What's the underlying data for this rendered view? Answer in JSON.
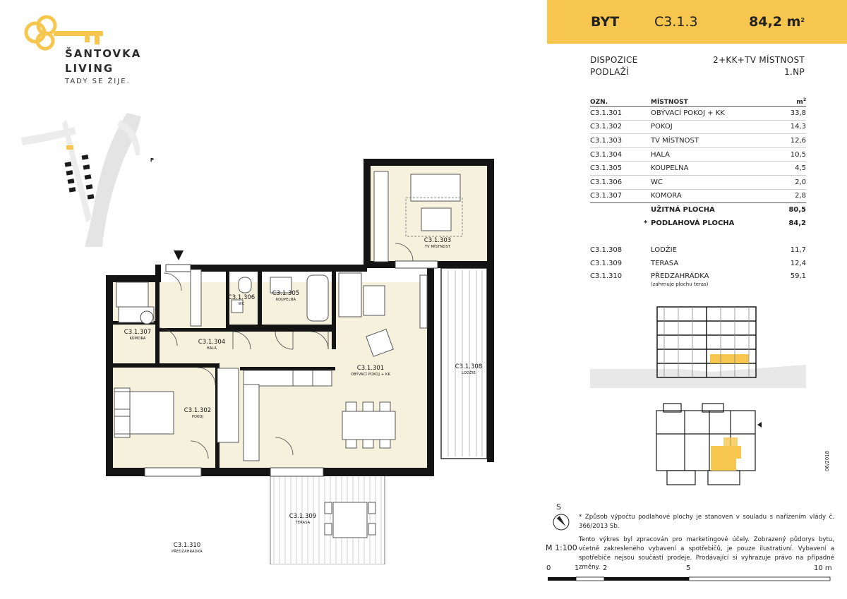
{
  "brand": {
    "line1": "ŠANTOVKA",
    "line2": "LIVING",
    "tagline": "TADY SE ŽIJE.",
    "color": "#f6c64e"
  },
  "header": {
    "label": "BYT",
    "code": "C3.1.3",
    "area": "84,2 m",
    "area_sup": "2"
  },
  "info": [
    {
      "label": "DISPOZICE",
      "value": "2+KK+TV MÍSTNOST"
    },
    {
      "label": "PODLAŽÍ",
      "value": "1.NP"
    }
  ],
  "rooms_header": {
    "code": "OZN.",
    "name": "MÍSTNOST",
    "unit": "m",
    "unit_sup": "2"
  },
  "rooms": [
    {
      "code": "C3.1.301",
      "name": "OBÝVACÍ POKOJ + KK",
      "area": "33,8"
    },
    {
      "code": "C3.1.302",
      "name": "POKOJ",
      "area": "14,3"
    },
    {
      "code": "C3.1.303",
      "name": "TV MÍSTNOST",
      "area": "12,6"
    },
    {
      "code": "C3.1.304",
      "name": "HALA",
      "area": "10,5"
    },
    {
      "code": "C3.1.305",
      "name": "KOUPELNA",
      "area": "4,5"
    },
    {
      "code": "C3.1.306",
      "name": "WC",
      "area": "2,0"
    },
    {
      "code": "C3.1.307",
      "name": "KOMORA",
      "area": "2,8"
    }
  ],
  "totals": [
    {
      "star": "",
      "name": "UŽITNÁ PLOCHA",
      "area": "80,5"
    },
    {
      "star": "*",
      "name": "PODLAHOVÁ PLOCHA",
      "area": "84,2"
    }
  ],
  "exterior": [
    {
      "code": "C3.1.308",
      "name": "LODŽIE",
      "area": "11,7"
    },
    {
      "code": "C3.1.309",
      "name": "TERASA",
      "area": "12,4"
    },
    {
      "code": "C3.1.310",
      "name": "PŘEDZAHRÁDKA",
      "area": "59,1"
    }
  ],
  "exterior_note": "(zahrnuje plochu teras)",
  "notes": [
    "* Způsob výpočtu podlahové plochy je stanoven v souladu s nařízením vlády č. 366/2013 Sb.",
    "Tento výkres byl zpracován pro marketingové účely. Zobrazený půdorys bytu, včetně zakresleného vybavení a spotřebičů, je pouze ilustrativní. Vybavení a spotřebiče nejsou součástí prodeje. Prodávající si vyhrazuje právo na případné změny."
  ],
  "compass": {
    "north": "S"
  },
  "scale_label": "M 1:100",
  "scale_ticks": [
    "0",
    "1",
    "2",
    "5",
    "10 m"
  ],
  "date": "06/2018",
  "plan_labels": {
    "r301": {
      "code": "C3.1.301",
      "name": "OBÝVACÍ POKOJ + KK"
    },
    "r302": {
      "code": "C3.1.302",
      "name": "POKOJ"
    },
    "r303": {
      "code": "C3.1.303",
      "name": "TV MÍSTNOST"
    },
    "r304": {
      "code": "C3.1.304",
      "name": "HALA"
    },
    "r305": {
      "code": "C3.1.305",
      "name": "KOUPELNA"
    },
    "r306": {
      "code": "C3.1.306",
      "name": "WC"
    },
    "r307": {
      "code": "C3.1.307",
      "name": "KOMORA"
    },
    "r308": {
      "code": "C3.1.308",
      "name": "LODŽIE"
    },
    "r309": {
      "code": "C3.1.309",
      "name": "TERASA"
    },
    "r310": {
      "code": "C3.1.310",
      "name": "PŘEDZAHRÁDKA"
    },
    "parking": "P"
  },
  "colors": {
    "floor": "#f6f1dc",
    "wall": "#141414",
    "accent": "#f6c64e"
  }
}
